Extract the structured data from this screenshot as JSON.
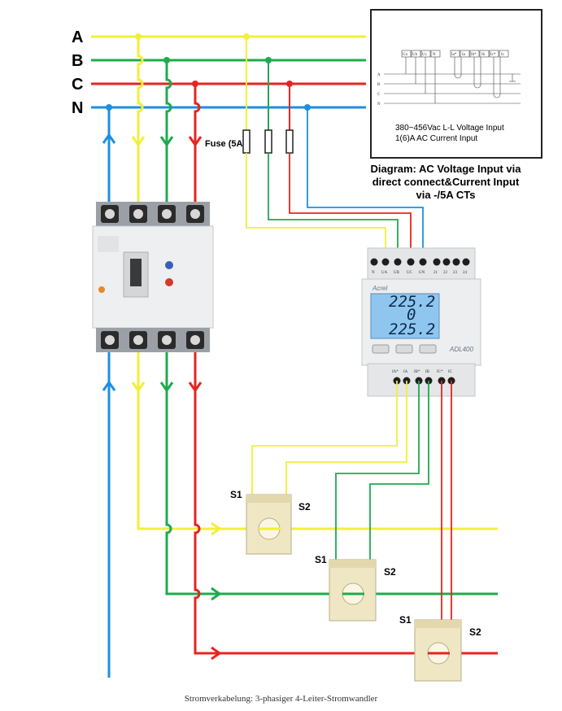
{
  "phase_labels": [
    "A",
    "B",
    "C",
    "N"
  ],
  "fuse_label": "Fuse (5A)",
  "inset": {
    "line1": "380~456Vac L-L Voltage Input",
    "line2": "1(6)A AC Current Input",
    "terminal_labels": [
      "Ua",
      "Ub",
      "Uc",
      "N",
      "Ia*",
      "Ia",
      "Ib*",
      "Ib",
      "Ic*",
      "Ic"
    ],
    "row_labels": [
      "A",
      "B",
      "C",
      "N"
    ]
  },
  "caption": {
    "line1": "Diagram: AC Voltage Input via",
    "line2": "direct connect&Current Input",
    "line3": "via -/5A CTs"
  },
  "meter": {
    "model": "ADL400",
    "brand": "Acrel",
    "readings": [
      "225.2",
      "0",
      "225.2"
    ],
    "top_terminals": [
      "N",
      "UA",
      "UB",
      "UC",
      "UN",
      "21",
      "22",
      "23",
      "24"
    ],
    "bottom_terminals": [
      "IA*",
      "IA",
      "IB*",
      "IB",
      "IC*",
      "IC"
    ]
  },
  "ct_labels": {
    "s1": "S1",
    "s2": "S2"
  },
  "footer": "Stromverkabelung: 3-phasiger 4-Leiter-Stromwandler",
  "colors": {
    "phase_a": "#f2ef3a",
    "phase_b": "#1faa4f",
    "phase_c": "#e52521",
    "neutral": "#1d8fe0"
  }
}
